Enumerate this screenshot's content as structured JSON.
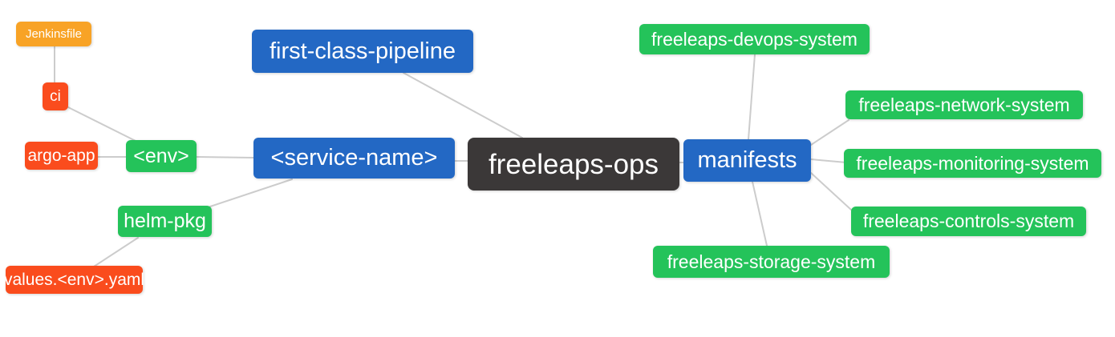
{
  "diagram": {
    "type": "mindmap",
    "nodes": {
      "root": "freeleaps-ops",
      "first_class_pipeline": "first-class-pipeline",
      "service_name": "<service-name>",
      "env": "<env>",
      "ci": "ci",
      "jenkinsfile": "Jenkinsfile",
      "argo_app": "argo-app",
      "helm_pkg": "helm-pkg",
      "values_env_yaml": "values.<env>.yaml",
      "manifests": "manifests",
      "devops_system": "freeleaps-devops-system",
      "network_system": "freeleaps-network-system",
      "monitoring_system": "freeleaps-monitoring-system",
      "controls_system": "freeleaps-controls-system",
      "storage_system": "freeleaps-storage-system"
    },
    "edges": [
      {
        "from": "Jenkinsfile",
        "to": "ci"
      },
      {
        "from": "ci",
        "to": "<env>"
      },
      {
        "from": "argo-app",
        "to": "<env>"
      },
      {
        "from": "<env>",
        "to": "<service-name>"
      },
      {
        "from": "helm-pkg",
        "to": "<service-name>"
      },
      {
        "from": "values.<env>.yaml",
        "to": "helm-pkg"
      },
      {
        "from": "first-class-pipeline",
        "to": "freeleaps-ops"
      },
      {
        "from": "<service-name>",
        "to": "freeleaps-ops"
      },
      {
        "from": "freeleaps-ops",
        "to": "manifests"
      },
      {
        "from": "manifests",
        "to": "freeleaps-devops-system"
      },
      {
        "from": "manifests",
        "to": "freeleaps-network-system"
      },
      {
        "from": "manifests",
        "to": "freeleaps-monitoring-system"
      },
      {
        "from": "manifests",
        "to": "freeleaps-controls-system"
      },
      {
        "from": "manifests",
        "to": "freeleaps-storage-system"
      }
    ],
    "colors": {
      "root_bg": "#3b3838",
      "branch_bg": "#2368c4",
      "leaf_green_bg": "#24c35a",
      "leaf_red_bg": "#fa4c1d",
      "leaf_orange_bg": "#f8a326",
      "edge": "#cccccc",
      "text": "#ffffff",
      "background": "#ffffff"
    }
  }
}
